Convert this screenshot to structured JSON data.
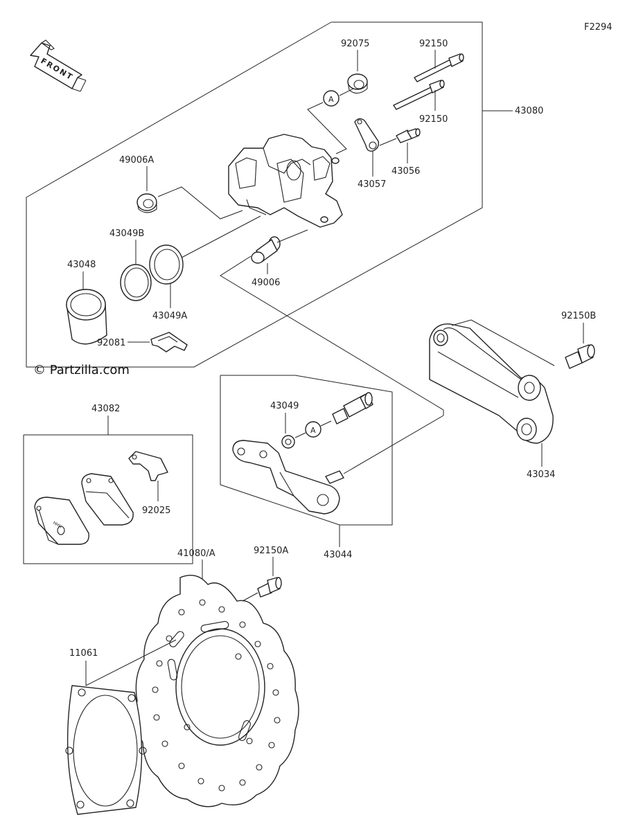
{
  "figure_code": "F2294",
  "copyright": "© Partzilla.com",
  "front_label": "FRONT",
  "ref_marks": {
    "a1": "A",
    "a2": "A"
  },
  "parts": {
    "p92075": "92075",
    "p92150_top": "92150",
    "p92150_mid": "92150",
    "p43080": "43080",
    "p49006A": "49006A",
    "p43057": "43057",
    "p43056": "43056",
    "p43049B": "43049B",
    "p43048": "43048",
    "p49006": "49006",
    "p43049A": "43049A",
    "p92081": "92081",
    "p92150B": "92150B",
    "p43082": "43082",
    "p43049": "43049",
    "p92025": "92025",
    "p43034": "43034",
    "p43044": "43044",
    "p41080A": "41080/A",
    "p92150A": "92150A",
    "p11061": "11061"
  }
}
